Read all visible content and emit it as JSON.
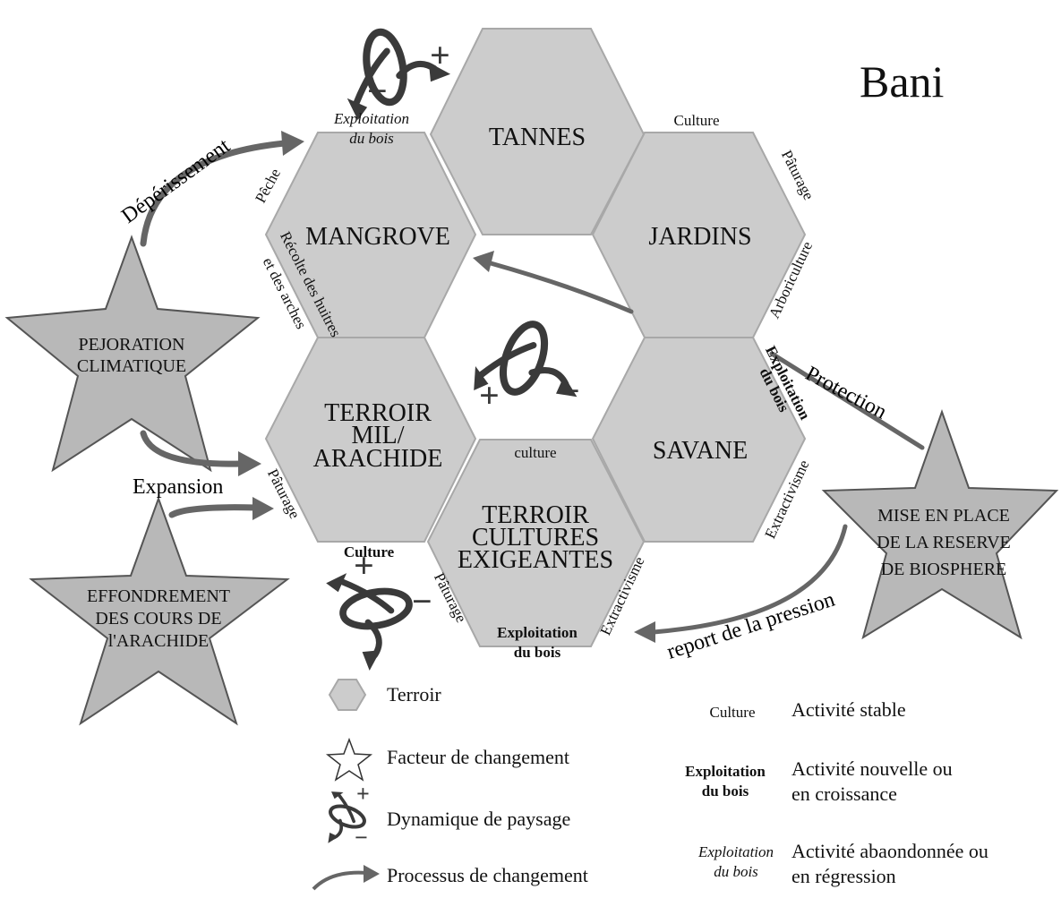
{
  "title": "Bani",
  "terroirs": {
    "tannes": "TANNES",
    "mangrove": "MANGROVE",
    "jardins": "JARDINS",
    "mil": [
      "TERROIR",
      "MIL/",
      "ARACHIDE"
    ],
    "savane": "SAVANE",
    "exigeantes": [
      "TERROIR",
      "CULTURES",
      "EXIGEANTES"
    ]
  },
  "factors": {
    "pejoration": [
      "PEJORATION",
      "CLIMATIQUE"
    ],
    "effondrement": [
      "EFFONDREMENT",
      "DES COURS DE",
      "l'ARACHIDE"
    ],
    "reserve": [
      "MISE EN PLACE",
      "DE LA RESERVE",
      "DE BIOSPHERE"
    ]
  },
  "processes": {
    "deperissement": "Dépérissement",
    "expansion": "Expansion",
    "protection": "Protection",
    "report": "report de la pression"
  },
  "activities": {
    "tannes_expl": [
      "Exploitation",
      "du bois"
    ],
    "tannes_culture": "Culture",
    "peche": "Pêche",
    "paturage_jardins": "Pâturage",
    "recolte": [
      "Récolte des huitres",
      "et des arches"
    ],
    "arboriculture": "Arboriculture",
    "savane_expl": [
      "Exploitation",
      "du bois"
    ],
    "mil_paturage": "Pâturage",
    "extractivisme_savane": "Extractivisme",
    "center_culture": "culture",
    "culture_bold": "Culture",
    "paturage_exig": "Pâturage",
    "extractivisme_exig": "Extractivisme",
    "exig_expl": [
      "Exploitation",
      "du bois"
    ]
  },
  "legend": {
    "terroir": "Terroir",
    "facteur": "Facteur de changement",
    "dynamique": "Dynamique de paysage",
    "processus": "Processus de changement",
    "stable_example": "Culture",
    "stable_desc": "Activité stable",
    "new_example": [
      "Exploitation",
      "du bois"
    ],
    "new_desc": [
      "Activité nouvelle ou",
      "en croissance"
    ],
    "aband_example": [
      "Exploitation",
      "du bois"
    ],
    "aband_desc": [
      "Activité abaondonnée ou",
      "en régression"
    ]
  },
  "icons": {
    "plus": "+",
    "minus": "−"
  },
  "colors": {
    "hex_fill": "#cccccc",
    "star_fill": "#b8b8b8",
    "arrow": "#666666",
    "dynamic_icon": "#3a3a3a"
  }
}
